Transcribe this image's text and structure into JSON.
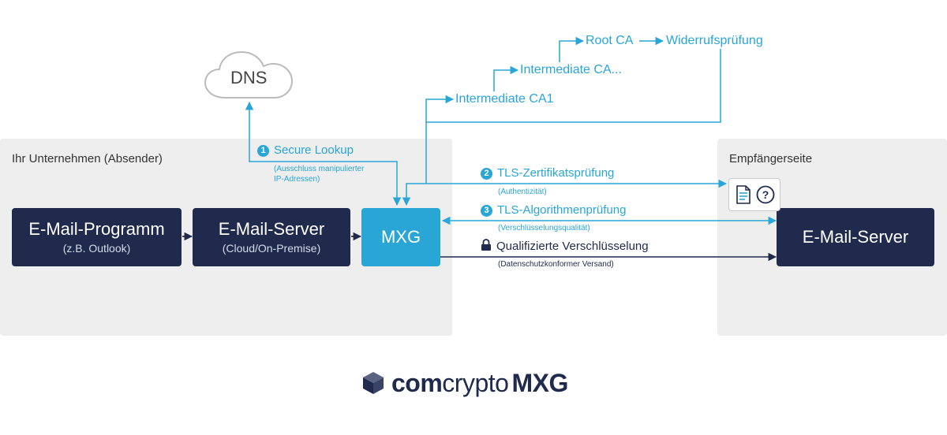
{
  "dns": {
    "label": "DNS"
  },
  "zones": {
    "sender": "Ihr Unternehmen (Absender)",
    "recipient": "Empfängerseite"
  },
  "boxes": {
    "mail_client": {
      "title": "E-Mail-Programm",
      "subtitle": "(z.B. Outlook)"
    },
    "mail_server": {
      "title": "E-Mail-Server",
      "subtitle": "(Cloud/On-Premise)"
    },
    "mxg": {
      "title": "MXG"
    },
    "recipient_server": {
      "title": "E-Mail-Server"
    }
  },
  "checks": {
    "secure_lookup": {
      "number": "1",
      "label": "Secure Lookup",
      "sub_line1": "(Ausschluss manipulierter",
      "sub_line2": "IP-Adressen)"
    },
    "tls_cert": {
      "number": "2",
      "label": "TLS-Zertifikatsprüfung",
      "sub": "(Authentizität)"
    },
    "tls_algo": {
      "number": "3",
      "label": "TLS-Algorithmenprüfung",
      "sub": "(Verschlüsselungsqualität)"
    },
    "encryption": {
      "label": "Qualifizierte Verschlüsselung",
      "sub": "(Datenschutzkonformer Versand)"
    }
  },
  "cert_chain": {
    "ca1": "Intermediate CA1",
    "ca_more": "Intermediate CA...",
    "root": "Root CA",
    "revocation": "Widerrufsprüfung"
  },
  "logo": {
    "part1": "com",
    "part2": "crypto",
    "part3": "MXG"
  },
  "colors": {
    "navy": "#1f2a4d",
    "blue": "#29a6d6",
    "zone_gray": "#eeeeee"
  },
  "icons": [
    "cloud-icon",
    "certificate-icon",
    "question-icon",
    "lock-icon",
    "cube-logo-icon"
  ]
}
